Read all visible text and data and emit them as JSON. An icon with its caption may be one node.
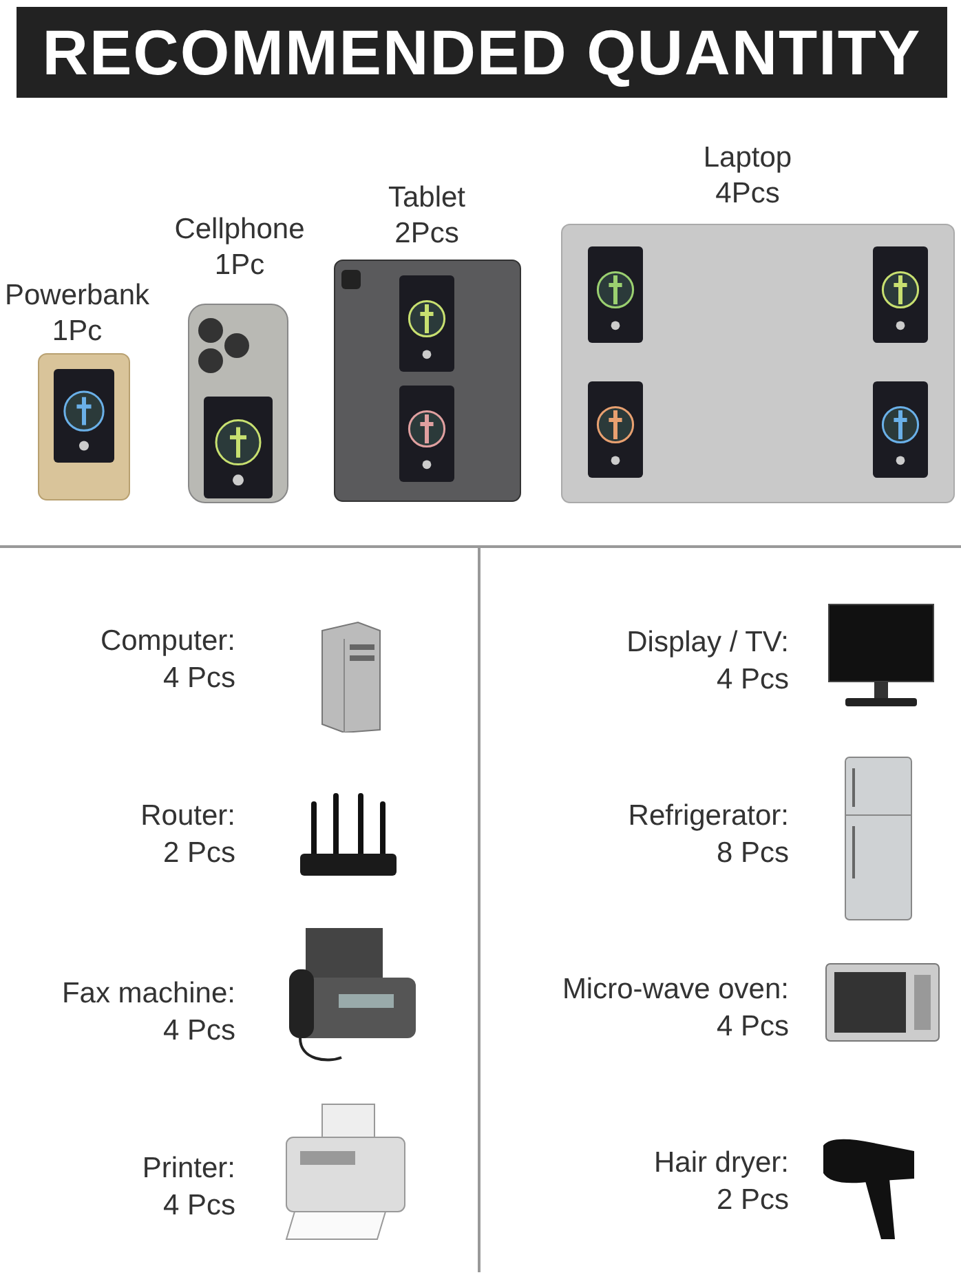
{
  "diagram": {
    "title": "RECOMMENDED QUANTITY",
    "labels": [
      "Powerbank",
      "1Pc",
      "Cellphone",
      "1Pc",
      "Tablet",
      "2Pcs",
      "Laptop",
      "4Pcs",
      "Computer:",
      "4 Pcs",
      "Display / TV:",
      "4 Pcs",
      "Router:",
      "2 Pcs",
      "Refrigerator:",
      "8 Pcs",
      "Fax machine:",
      "4 Pcs",
      "Micro-wave oven:",
      "4 Pcs",
      "Printer:",
      "4 Pcs",
      "Hair dryer:",
      "2 Pcs"
    ]
  }
}
